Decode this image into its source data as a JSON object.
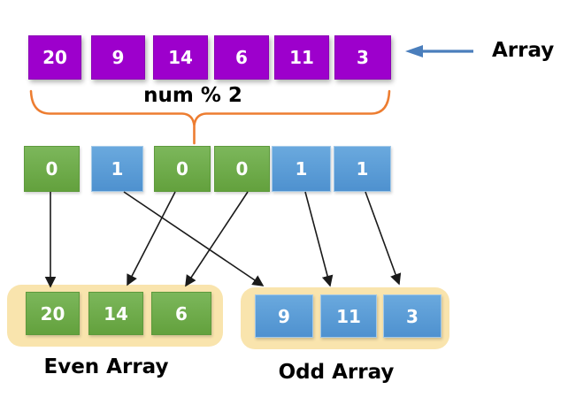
{
  "colors": {
    "purple": "#9d00cc",
    "purple_border": "#8a00b4",
    "green_light": "#7cb75b",
    "green_dark": "#63a13d",
    "green_border": "#5d9a3c",
    "blue_light": "#6aa9de",
    "blue_dark": "#4e91cf",
    "blue_border": "#a3c9e8",
    "cream": "#f9e4ad",
    "orange": "#ed7d31",
    "arrow_blue": "#4a7ebc",
    "arrow_black": "#1a1a1a"
  },
  "array": {
    "label": "Array",
    "values": [
      "20",
      "9",
      "14",
      "6",
      "11",
      "3"
    ]
  },
  "operation": {
    "label": "num % 2"
  },
  "mod_results": [
    {
      "value": "0",
      "parity": "even"
    },
    {
      "value": "1",
      "parity": "odd"
    },
    {
      "value": "0",
      "parity": "even"
    },
    {
      "value": "0",
      "parity": "even"
    },
    {
      "value": "1",
      "parity": "odd"
    },
    {
      "value": "1",
      "parity": "odd"
    }
  ],
  "even_array": {
    "label": "Even Array",
    "values": [
      "20",
      "14",
      "6"
    ]
  },
  "odd_array": {
    "label": "Odd Array",
    "values": [
      "9",
      "11",
      "3"
    ]
  }
}
